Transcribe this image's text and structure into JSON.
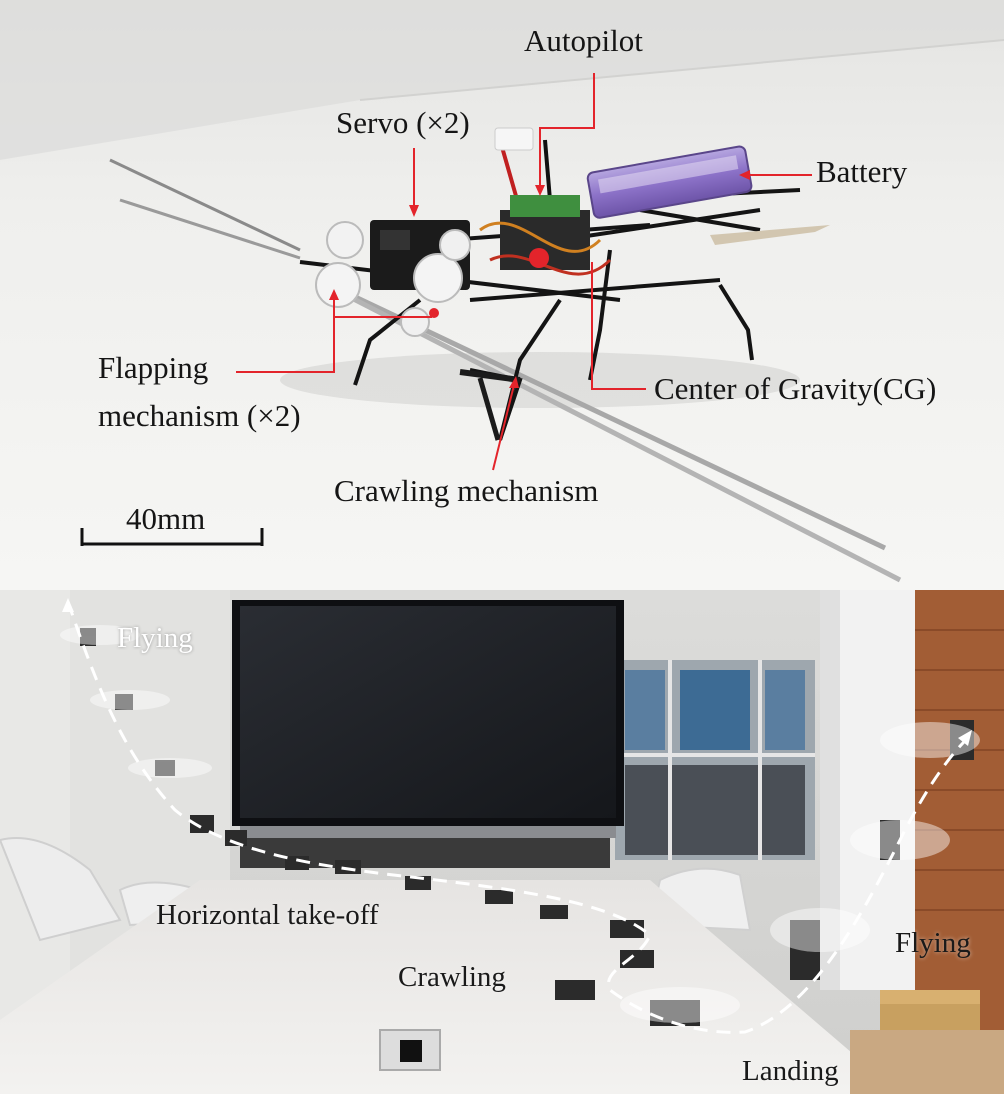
{
  "top_panel": {
    "labels": {
      "autopilot": "Autopilot",
      "servo": "Servo (×2)",
      "battery": "Battery",
      "flapping_line1": "Flapping",
      "flapping_line2": "mechanism (×2)",
      "center_of_gravity": "Center of Gravity(CG)",
      "crawling_mechanism": "Crawling mechanism",
      "scale_bar": "40mm"
    },
    "colors": {
      "annotation": "#e3242b",
      "background": "#ececea"
    }
  },
  "bottom_panel": {
    "labels": {
      "flying_left": "Flying",
      "horizontal_takeoff": "Horizontal take-off",
      "crawling": "Crawling",
      "flying_right": "Flying",
      "landing": "Landing"
    },
    "colors": {
      "trajectory": "#ffffff"
    }
  }
}
